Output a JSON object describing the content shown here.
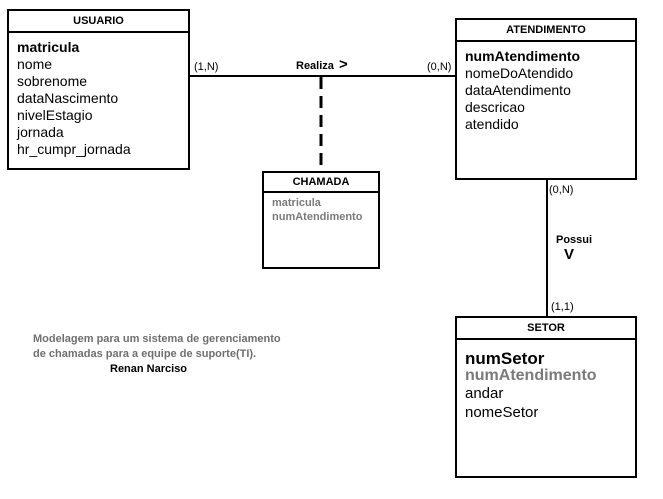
{
  "entities": {
    "usuario": {
      "title": "USUARIO",
      "pk": "matricula",
      "attributes": [
        "nome",
        "sobrenome",
        "dataNascimento",
        "nivelEstagio",
        "jornada",
        "hr_cumpr_jornada"
      ]
    },
    "atendimento": {
      "title": "ATENDIMENTO",
      "pk": "numAtendimento",
      "attributes": [
        "nomeDoAtendido",
        "dataAtendimento",
        "descricao",
        "atendido"
      ]
    },
    "chamada": {
      "title": "CHAMADA",
      "fks": [
        "matricula",
        "numAtendimento"
      ]
    },
    "setor": {
      "title": "SETOR",
      "pk": "numSetor",
      "fk": "numAtendimento",
      "attributes": [
        "andar",
        "nomeSetor"
      ]
    }
  },
  "relationships": {
    "realiza": {
      "label": "Realiza",
      "arrow": ">",
      "card_left": "(1,N)",
      "card_right": "(0,N)"
    },
    "possui": {
      "label": "Possui",
      "arrow": "V",
      "card_top": "(0,N)",
      "card_bottom": "(1,1)"
    }
  },
  "note": {
    "line1": "Modelagem para um sistema de gerenciamento",
    "line2": "de chamadas para a equipe de suporte(TI).",
    "author": "Renan Narciso"
  }
}
